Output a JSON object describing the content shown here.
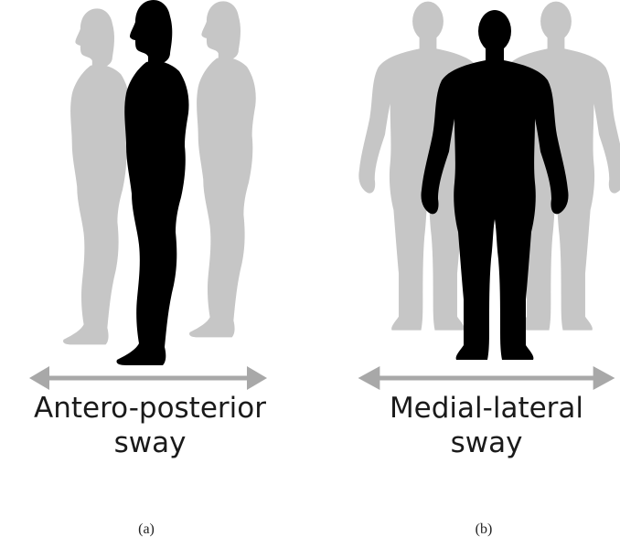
{
  "panels": [
    {
      "id": "a",
      "caption_line1": "Antero-posterior",
      "caption_line2": "sway",
      "sub_label": "(a)",
      "figure_view": "side-view silhouette"
    },
    {
      "id": "b",
      "caption_line1": "Medial-lateral",
      "caption_line2": "sway",
      "sub_label": "(b)",
      "figure_view": "front-view silhouette"
    }
  ],
  "colors": {
    "main_figure": "#000000",
    "ghost_figure": "#c6c6c6",
    "arrow": "#a8a8a8"
  }
}
